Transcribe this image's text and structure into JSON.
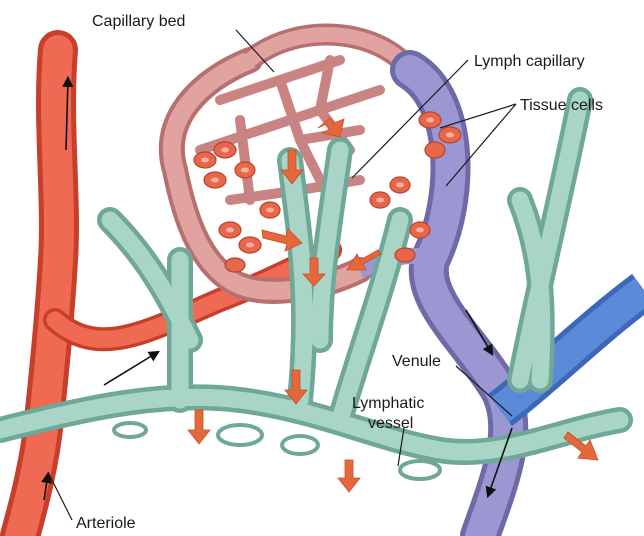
{
  "labels": {
    "capillary_bed": "Capillary bed",
    "lymph_capillary": "Lymph capillary",
    "tissue_cells": "Tissue cells",
    "venule": "Venule",
    "lymphatic_vessel_line1": "Lymphatic",
    "lymphatic_vessel_line2": "vessel",
    "arteriole": "Arteriole"
  },
  "colors": {
    "arteriole": "#e8553f",
    "capillary": "#d98a87",
    "venule": "#8a88c8",
    "vein": "#4f7fcf",
    "lymph": "#9fcbbd",
    "cell": "#e8664a",
    "flow_arrow": "#e4683b"
  }
}
